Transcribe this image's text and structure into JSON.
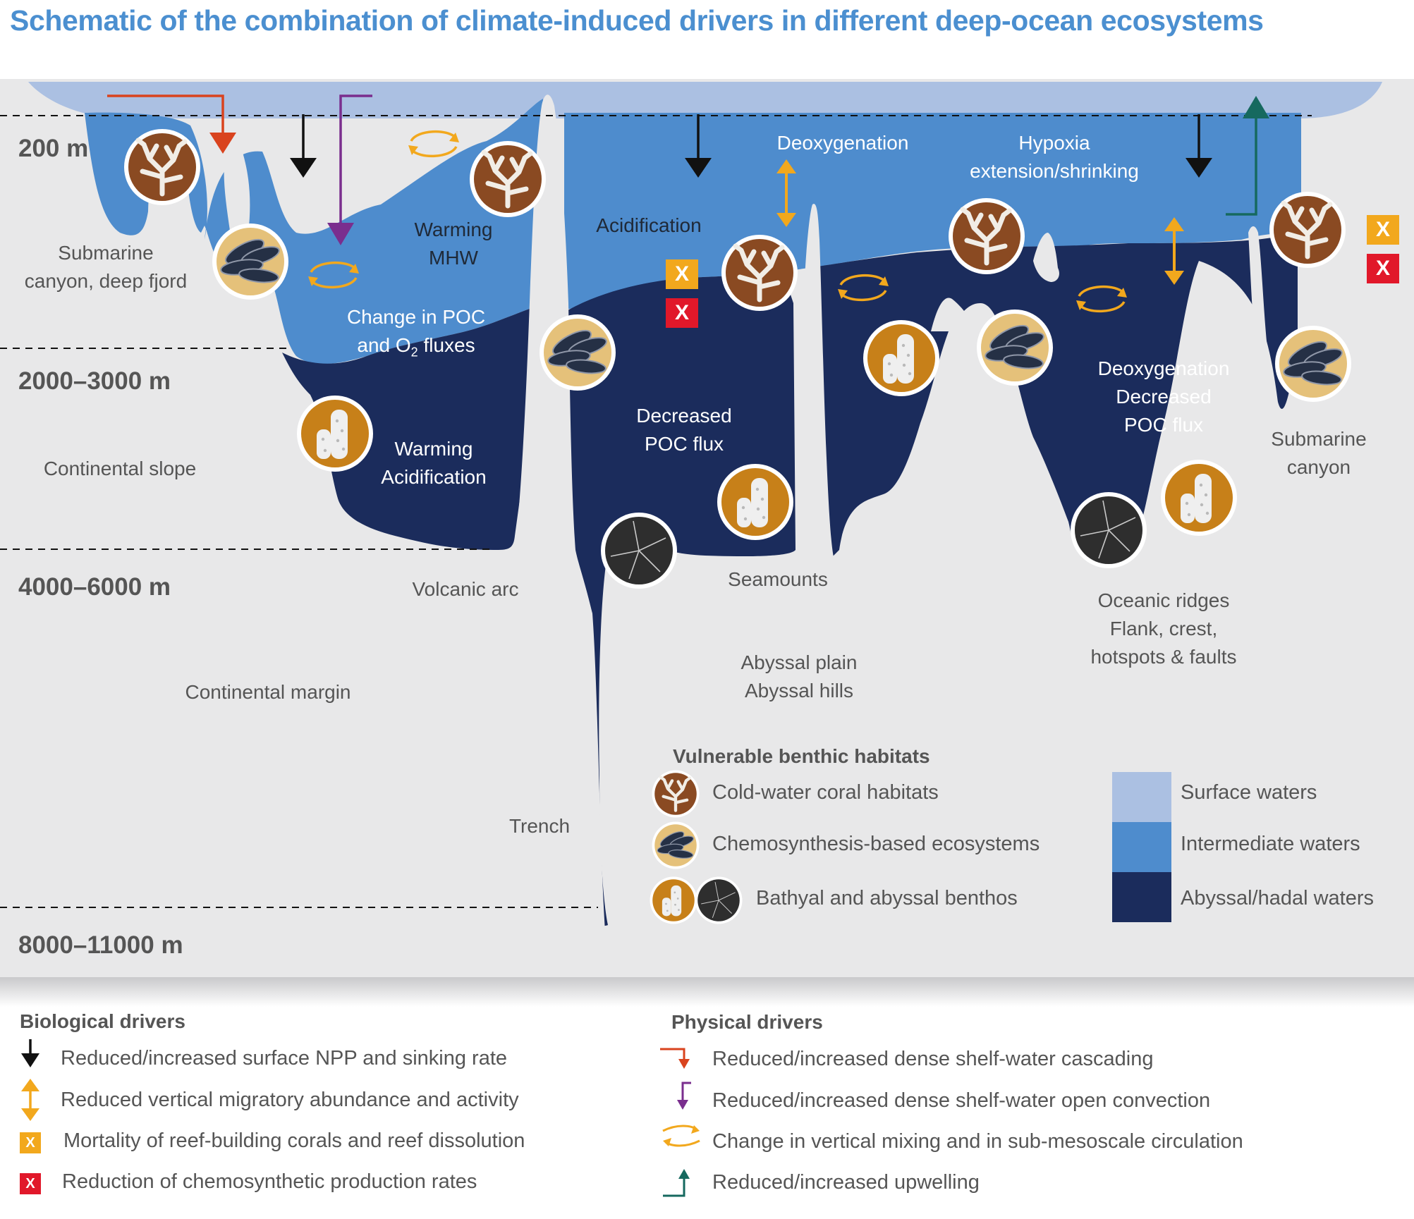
{
  "title": "Schematic of the combination of climate-induced drivers in different deep-ocean ecosystems",
  "depths": [
    "200 m",
    "2000–3000 m",
    "4000–6000 m",
    "8000–11000 m"
  ],
  "settings": {
    "submarine_canyon_fjord": "Submarine\ncanyon, deep fjord",
    "continental_slope": "Continental slope",
    "continental_margin": "Continental margin",
    "volcanic_arc": "Volcanic arc",
    "trench": "Trench",
    "seamounts": "Seamounts",
    "abyssal": "Abyssal plain\nAbyssal hills",
    "oceanic_ridges": "Oceanic ridges\nFlank, crest,\nhotspots & faults",
    "submarine_canyon": "Submarine\ncanyon"
  },
  "stressors": {
    "warming_mhw": "Warming\nMHW",
    "change_poc": "Change in POC",
    "and_o": "and O",
    "o_sub": "2",
    "fluxes": " fluxes",
    "warming_acid": "Warming\nAcidification",
    "acidification": "Acidification",
    "decreased_poc": "Decreased\nPOC flux",
    "deoxygenation": "Deoxygenation",
    "hypoxia": "Hypoxia\nextension/shrinking",
    "deoxy_decreased": "Deoxygenation\nDecreased\nPOC flux"
  },
  "badges": {
    "coral_mortality": "X",
    "chemo_reduction": "X"
  },
  "habitat_legend": {
    "title": "Vulnerable benthic habitats",
    "items": [
      "Cold-water coral habitats",
      "Chemosynthesis-based ecosystems",
      "Bathyal and abyssal benthos"
    ]
  },
  "water_legend": {
    "items": [
      "Surface waters",
      "Intermediate waters",
      "Abyssal/hadal waters"
    ],
    "colors": [
      "#abc0e2",
      "#4e8ccd",
      "#1b2c5c"
    ]
  },
  "biological": {
    "title": "Biological drivers",
    "items": [
      "Reduced/increased surface NPP and sinking rate",
      "Reduced vertical migratory abundance and activity",
      "Mortality of reef-building corals and reef dissolution",
      "Reduction of chemosynthetic production rates"
    ]
  },
  "physical": {
    "title": "Physical drivers",
    "items": [
      "Reduced/increased dense shelf-water cascading",
      "Reduced/increased dense shelf-water open convection",
      "Change in vertical mixing and in sub-mesoscale circulation",
      "Reduced/increased upwelling"
    ]
  },
  "colors": {
    "title": "#4b8fd0",
    "background": "#e8e8e9",
    "cascading": "#d9431e",
    "convection": "#7a2e8e",
    "mixing": "#f2a81d",
    "upwelling": "#16695f",
    "coral_mortality": "#f2a81d",
    "chemo_reduction": "#e1182a"
  }
}
